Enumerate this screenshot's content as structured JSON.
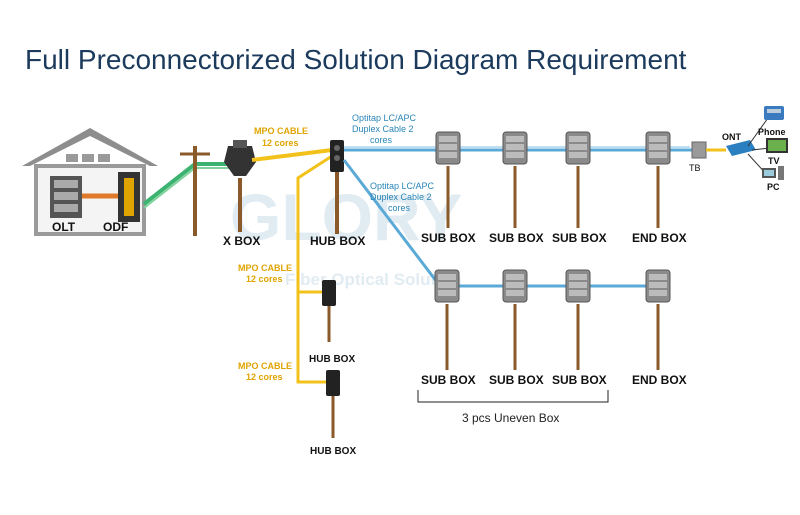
{
  "title": "Full Preconnectorized Solution Diagram Requirement",
  "watermark": {
    "brand": "GLORY",
    "tagline": "Fiber Optical Solution"
  },
  "labels": {
    "olt": "OLT",
    "odf": "ODF",
    "xbox": "X BOX",
    "hub_top": "HUB BOX",
    "hub_mid": "HUB BOX",
    "hub_bottom": "HUB BOX",
    "tb": "TB",
    "ont": "ONT",
    "phone": "Phone",
    "tv": "TV",
    "pc": "PC",
    "row1_sub1": "SUB BOX",
    "row1_sub2": "SUB BOX",
    "row1_sub3": "SUB BOX",
    "row1_end": "END BOX",
    "row2_sub1": "SUB BOX",
    "row2_sub2": "SUB BOX",
    "row2_sub3": "SUB BOX",
    "row2_end": "END BOX",
    "uneven": "3 pcs Uneven Box"
  },
  "cable_labels": {
    "mpo1_l1": "MPO CABLE",
    "mpo1_l2": "12 cores",
    "mpo2_l1": "MPO CABLE",
    "mpo2_l2": "12 cores",
    "mpo3_l1": "MPO CABLE",
    "mpo3_l2": "12 cores",
    "opt1_l1": "Optitap LC/APC",
    "opt1_l2": "Duplex Cable 2",
    "opt1_l3": "cores",
    "opt2_l1": "Optitap LC/APC",
    "opt2_l2": "Duplex Cable 2",
    "opt2_l3": "cores"
  },
  "colors": {
    "title": "#1b3a5c",
    "mpo_cable": "#f2c21a",
    "drop_cable": "#5aa9d6",
    "feeder_cable": "#3cb371",
    "pole": "#8b5a2b",
    "box": "#7c7c7c"
  }
}
